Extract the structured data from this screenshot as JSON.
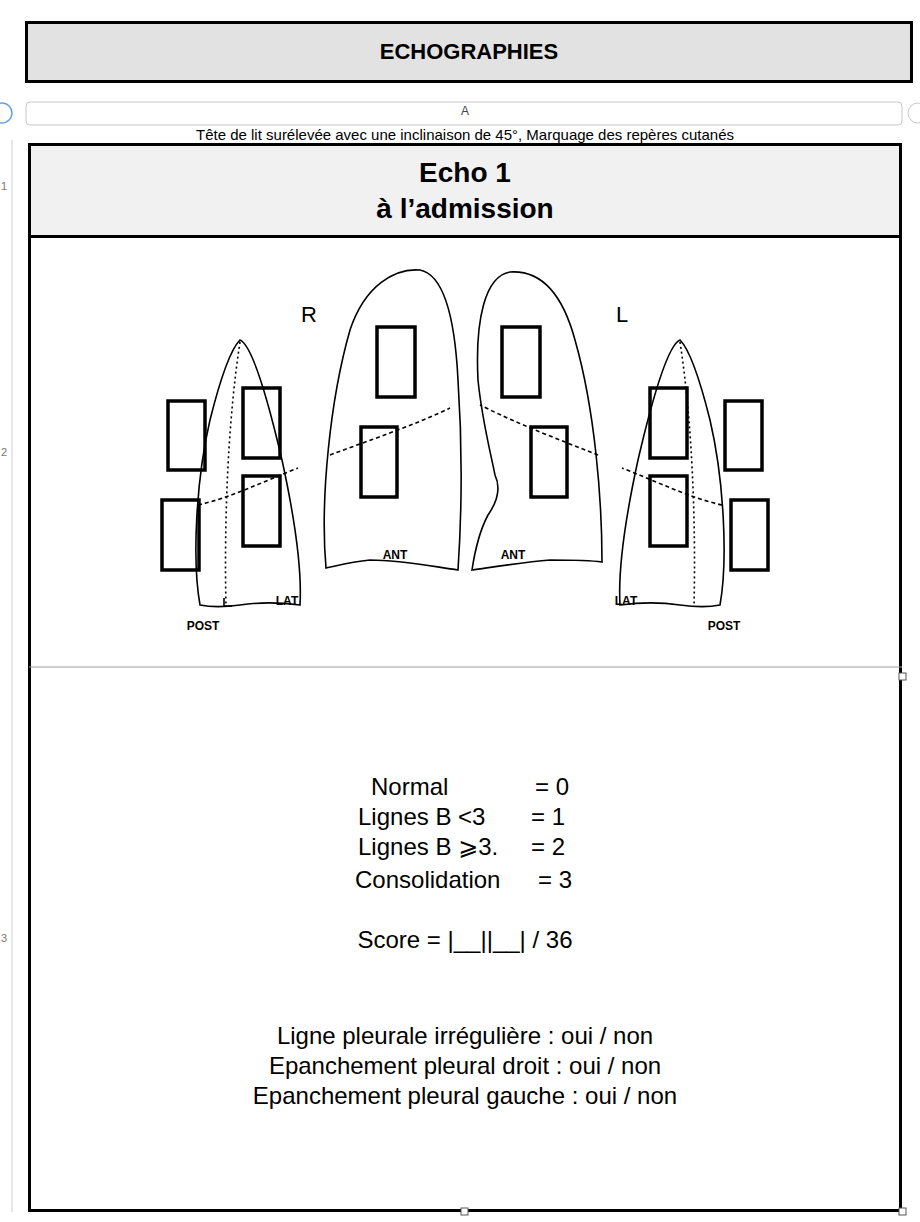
{
  "diagram": {
    "nodes": [
      {
        "text": [
          "ECHOGRAPHIES"
        ]
      },
      {
        "text": [
          "Echo 1",
          "à l’admission"
        ]
      }
    ],
    "labels": [
      "A",
      "Tête de lit surélevée avec une inclinaison de 45°, Marquage des repères cutanés",
      "R",
      "L",
      "ANT",
      "ANT",
      "LAT",
      "LAT",
      "POST",
      "POST",
      "Normal",
      "= 0",
      "Lignes B <3",
      "= 1",
      "Lignes B ⩾3.",
      "= 2",
      "Consolidation",
      "= 3",
      "Score = |__||__| / 36",
      "Ligne pleurale irrégulière : oui / non",
      "Epanchement pleural droit : oui / non",
      "Epanchement pleural gauche : oui / non",
      "1",
      "2",
      "3"
    ]
  }
}
